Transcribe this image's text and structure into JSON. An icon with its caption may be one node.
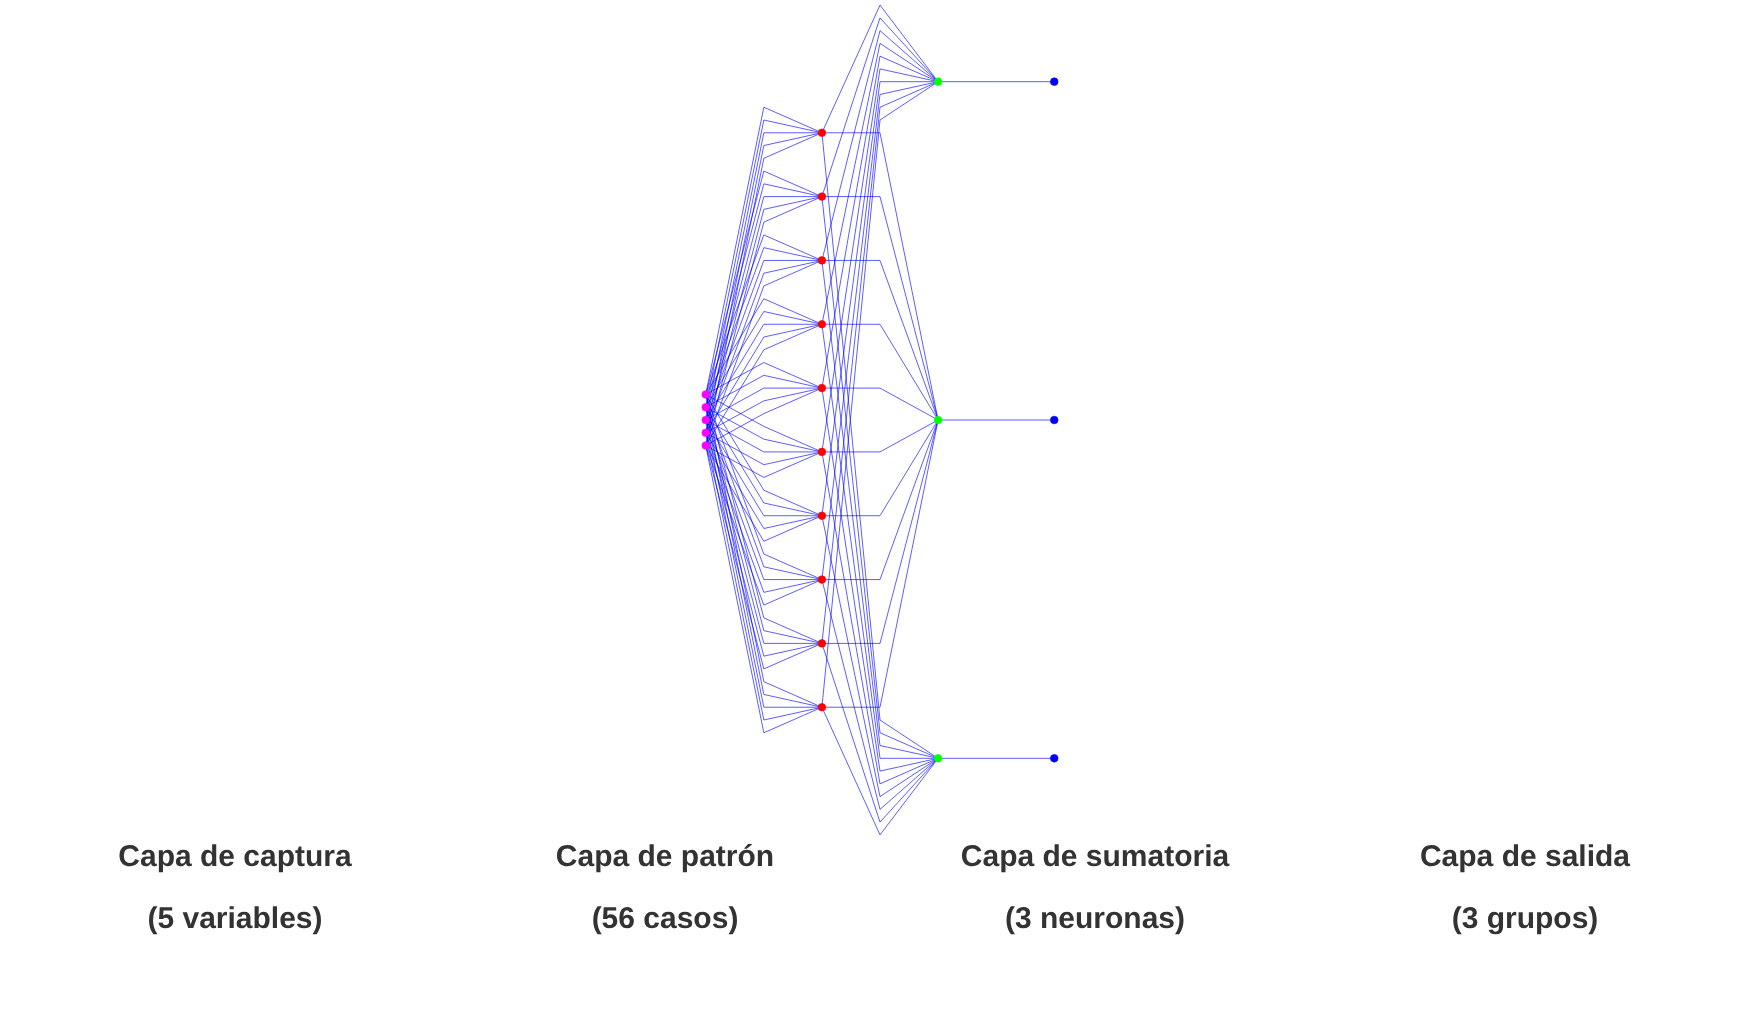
{
  "diagram": {
    "nodes": [
      {
        "text": [],
        "shape": "circle"
      },
      {
        "text": [],
        "shape": "circle"
      },
      {
        "text": [],
        "shape": "circle"
      },
      {
        "text": [],
        "shape": "circle"
      },
      {
        "text": [],
        "shape": "circle"
      },
      {
        "text": [],
        "shape": "circle"
      },
      {
        "text": [],
        "shape": "circle"
      },
      {
        "text": [],
        "shape": "circle"
      },
      {
        "text": [],
        "shape": "circle"
      },
      {
        "text": [],
        "shape": "circle"
      },
      {
        "text": [],
        "shape": "circle"
      },
      {
        "text": [],
        "shape": "circle"
      },
      {
        "text": [],
        "shape": "circle"
      },
      {
        "text": [],
        "shape": "circle"
      },
      {
        "text": [],
        "shape": "circle"
      },
      {
        "text": [],
        "shape": "circle"
      },
      {
        "text": [],
        "shape": "circle"
      },
      {
        "text": [],
        "shape": "circle"
      },
      {
        "text": [],
        "shape": "circle"
      },
      {
        "text": [],
        "shape": "circle"
      },
      {
        "text": [],
        "shape": "circle"
      }
    ],
    "edges": [
      {
        "from": 0,
        "to": 5,
        "arrow": "none"
      },
      {
        "from": 0,
        "to": 6,
        "arrow": "none"
      },
      {
        "from": 0,
        "to": 7,
        "arrow": "none"
      },
      {
        "from": 0,
        "to": 8,
        "arrow": "none"
      },
      {
        "from": 0,
        "to": 9,
        "arrow": "none"
      },
      {
        "from": 0,
        "to": 10,
        "arrow": "none"
      },
      {
        "from": 0,
        "to": 11,
        "arrow": "none"
      },
      {
        "from": 0,
        "to": 12,
        "arrow": "none"
      },
      {
        "from": 0,
        "to": 13,
        "arrow": "none"
      },
      {
        "from": 0,
        "to": 14,
        "arrow": "none"
      },
      {
        "from": 1,
        "to": 5,
        "arrow": "none"
      },
      {
        "from": 1,
        "to": 6,
        "arrow": "none"
      },
      {
        "from": 1,
        "to": 7,
        "arrow": "none"
      },
      {
        "from": 1,
        "to": 8,
        "arrow": "none"
      },
      {
        "from": 1,
        "to": 9,
        "arrow": "none"
      },
      {
        "from": 1,
        "to": 10,
        "arrow": "none"
      },
      {
        "from": 1,
        "to": 11,
        "arrow": "none"
      },
      {
        "from": 1,
        "to": 12,
        "arrow": "none"
      },
      {
        "from": 1,
        "to": 13,
        "arrow": "none"
      },
      {
        "from": 1,
        "to": 14,
        "arrow": "none"
      },
      {
        "from": 2,
        "to": 5,
        "arrow": "none"
      },
      {
        "from": 2,
        "to": 6,
        "arrow": "none"
      },
      {
        "from": 2,
        "to": 7,
        "arrow": "none"
      },
      {
        "from": 2,
        "to": 8,
        "arrow": "none"
      },
      {
        "from": 2,
        "to": 9,
        "arrow": "none"
      },
      {
        "from": 2,
        "to": 10,
        "arrow": "none"
      },
      {
        "from": 2,
        "to": 11,
        "arrow": "none"
      },
      {
        "from": 2,
        "to": 12,
        "arrow": "none"
      },
      {
        "from": 2,
        "to": 13,
        "arrow": "none"
      },
      {
        "from": 2,
        "to": 14,
        "arrow": "none"
      },
      {
        "from": 3,
        "to": 5,
        "arrow": "none"
      },
      {
        "from": 3,
        "to": 6,
        "arrow": "none"
      },
      {
        "from": 3,
        "to": 7,
        "arrow": "none"
      },
      {
        "from": 3,
        "to": 8,
        "arrow": "none"
      },
      {
        "from": 3,
        "to": 9,
        "arrow": "none"
      },
      {
        "from": 3,
        "to": 10,
        "arrow": "none"
      },
      {
        "from": 3,
        "to": 11,
        "arrow": "none"
      },
      {
        "from": 3,
        "to": 12,
        "arrow": "none"
      },
      {
        "from": 3,
        "to": 13,
        "arrow": "none"
      },
      {
        "from": 3,
        "to": 14,
        "arrow": "none"
      },
      {
        "from": 4,
        "to": 5,
        "arrow": "none"
      },
      {
        "from": 4,
        "to": 6,
        "arrow": "none"
      },
      {
        "from": 4,
        "to": 7,
        "arrow": "none"
      },
      {
        "from": 4,
        "to": 8,
        "arrow": "none"
      },
      {
        "from": 4,
        "to": 9,
        "arrow": "none"
      },
      {
        "from": 4,
        "to": 10,
        "arrow": "none"
      },
      {
        "from": 4,
        "to": 11,
        "arrow": "none"
      },
      {
        "from": 4,
        "to": 12,
        "arrow": "none"
      },
      {
        "from": 4,
        "to": 13,
        "arrow": "none"
      },
      {
        "from": 4,
        "to": 14,
        "arrow": "none"
      },
      {
        "from": 5,
        "to": 15,
        "arrow": "none"
      },
      {
        "from": 5,
        "to": 16,
        "arrow": "none"
      },
      {
        "from": 5,
        "to": 17,
        "arrow": "none"
      },
      {
        "from": 6,
        "to": 15,
        "arrow": "none"
      },
      {
        "from": 6,
        "to": 16,
        "arrow": "none"
      },
      {
        "from": 6,
        "to": 17,
        "arrow": "none"
      },
      {
        "from": 7,
        "to": 15,
        "arrow": "none"
      },
      {
        "from": 7,
        "to": 16,
        "arrow": "none"
      },
      {
        "from": 7,
        "to": 17,
        "arrow": "none"
      },
      {
        "from": 8,
        "to": 15,
        "arrow": "none"
      },
      {
        "from": 8,
        "to": 16,
        "arrow": "none"
      },
      {
        "from": 8,
        "to": 17,
        "arrow": "none"
      },
      {
        "from": 9,
        "to": 15,
        "arrow": "none"
      },
      {
        "from": 9,
        "to": 16,
        "arrow": "none"
      },
      {
        "from": 9,
        "to": 17,
        "arrow": "none"
      },
      {
        "from": 10,
        "to": 15,
        "arrow": "none"
      },
      {
        "from": 10,
        "to": 16,
        "arrow": "none"
      },
      {
        "from": 10,
        "to": 17,
        "arrow": "none"
      },
      {
        "from": 11,
        "to": 15,
        "arrow": "none"
      },
      {
        "from": 11,
        "to": 16,
        "arrow": "none"
      },
      {
        "from": 11,
        "to": 17,
        "arrow": "none"
      },
      {
        "from": 12,
        "to": 15,
        "arrow": "none"
      },
      {
        "from": 12,
        "to": 16,
        "arrow": "none"
      },
      {
        "from": 12,
        "to": 17,
        "arrow": "none"
      },
      {
        "from": 13,
        "to": 15,
        "arrow": "none"
      },
      {
        "from": 13,
        "to": 16,
        "arrow": "none"
      },
      {
        "from": 13,
        "to": 17,
        "arrow": "none"
      },
      {
        "from": 14,
        "to": 15,
        "arrow": "none"
      },
      {
        "from": 14,
        "to": 16,
        "arrow": "none"
      },
      {
        "from": 14,
        "to": 17,
        "arrow": "none"
      },
      {
        "from": 15,
        "to": 18,
        "arrow": "none"
      },
      {
        "from": 16,
        "to": 19,
        "arrow": "none"
      },
      {
        "from": 17,
        "to": 20,
        "arrow": "none"
      }
    ],
    "labels": [
      "Capa de captura",
      "Capa de patrón",
      "Capa de sumatoria",
      "Capa de salida",
      "(5 variables)",
      "(56 casos)",
      "(3 neuronas)",
      "(3 grupos)"
    ]
  }
}
